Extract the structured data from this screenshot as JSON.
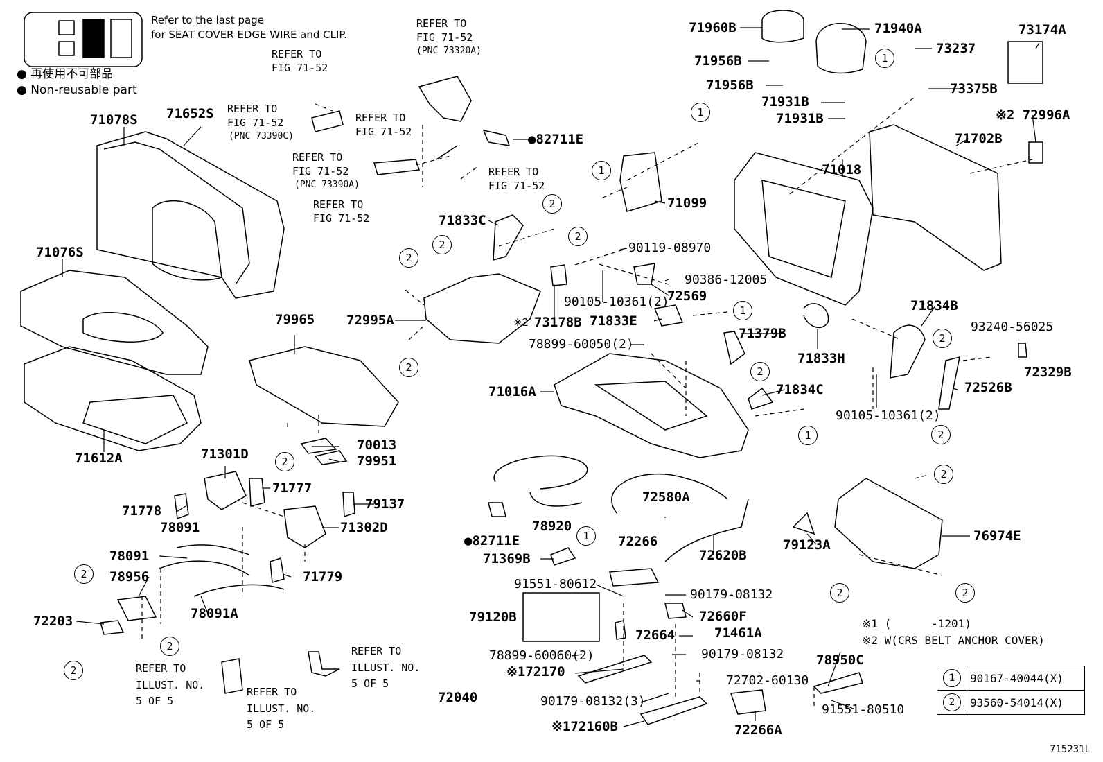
{
  "header": {
    "note_line1": "Refer to the last page",
    "note_line2": "for SEAT COVER EDGE WIRE and CLIP.",
    "legend_jp": "● 再使用不可部品",
    "legend_en": "● Non-reusable part"
  },
  "refs": {
    "r1a": "REFER TO",
    "r1b": "FIG 71-52",
    "r2a": "REFER TO",
    "r2b": "FIG 71-52",
    "r2c": "(PNC 73320A)",
    "r3a": "REFER TO",
    "r3b": "FIG 71-52",
    "r3c": "(PNC 73390C)",
    "r4a": "REFER TO",
    "r4b": "FIG 71-52",
    "r5a": "REFER TO",
    "r5b": "FIG 71-52",
    "r5c": "(PNC 73390A)",
    "r6a": "REFER TO",
    "r6b": "FIG 71-52",
    "r7a": "REFER TO",
    "r7b": "FIG 71-52",
    "i1a": "REFER TO",
    "i1b": "ILLUST. NO.",
    "i1c": "5 OF 5",
    "i2a": "REFER TO",
    "i2b": "ILLUST. NO.",
    "i2c": "5 OF 5",
    "i3a": "REFER TO",
    "i3b": "ILLUST. NO.",
    "i3c": "5 OF 5"
  },
  "parts": {
    "p71078S": "71078S",
    "p71652S": "71652S",
    "p71076S": "71076S",
    "p71612A": "71612A",
    "p79965": "79965",
    "p72995A": "72995A",
    "p70013": "70013",
    "p79951": "79951",
    "p71301D": "71301D",
    "p71777": "71777",
    "p71778": "71778",
    "p78091": "78091",
    "p79137": "79137",
    "p71302D": "71302D",
    "p78091b": "78091",
    "p78956": "78956",
    "p72203": "72203",
    "p78091A": "78091A",
    "p71779": "71779",
    "p82711E": "82711E",
    "p71833C": "71833C",
    "p73178B": "73178B",
    "p71833E": "71833E",
    "p71099": "71099",
    "p90119": "90119-08970",
    "p90386": "90386-12005",
    "p90105a": "90105-10361(2)",
    "p72569": "72569",
    "p78899a": "78899-60050(2)",
    "p71016A": "71016A",
    "p71379B": "71379B",
    "p71834C": "71834C",
    "p82711E2": "82711E",
    "p78920": "78920",
    "p71369B": "71369B",
    "p72580A": "72580A",
    "p72266": "72266",
    "p72620B": "72620B",
    "p91551a": "91551-80612",
    "p90179a": "90179-08132",
    "p79120B": "79120B",
    "p72660F": "72660F",
    "p72664": "72664",
    "p71461A": "71461A",
    "p78899b": "78899-60060(2)",
    "p90179b": "90179-08132",
    "p72170": "※172170",
    "p72040": "72040",
    "p72702": "72702-60130",
    "p90179c": "90179-08132(3)",
    "p72160B": "※172160B",
    "p72266A": "72266A",
    "p71960B": "71960B",
    "p71940A": "71940A",
    "p71956B1": "71956B",
    "p71956B2": "71956B",
    "p71931B1": "71931B",
    "p71931B2": "71931B",
    "p73237": "73237",
    "p73375B": "73375B",
    "p73174A": "73174A",
    "p72996A": "※2 72996A",
    "p71702B": "71702B",
    "p71018": "71018",
    "p71834B": "71834B",
    "p93240": "93240-56025",
    "p71833H": "71833H",
    "p72329B": "72329B",
    "p72526B": "72526B",
    "p90105b": "90105-10361(2)",
    "p76974E": "76974E",
    "p79123A": "79123A",
    "p78950C": "78950C",
    "p91551b": "91551-80510",
    "p73178B_prefix": "※2"
  },
  "circles": {
    "one": "1",
    "two": "2"
  },
  "footnotes": {
    "f1": "※1 (      -1201)",
    "f2": "※2 W(CRS BELT ANCHOR COVER)"
  },
  "legend_table": [
    {
      "num": "1",
      "part": "90167-40044(X)"
    },
    {
      "num": "2",
      "part": "93560-54014(X)"
    }
  ],
  "figure_id": "715231L"
}
